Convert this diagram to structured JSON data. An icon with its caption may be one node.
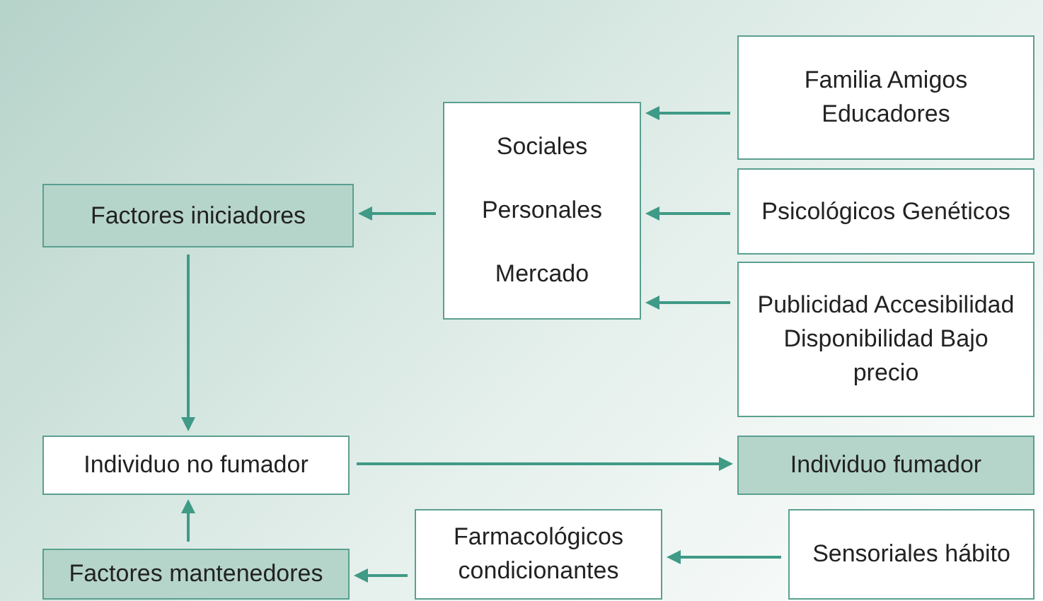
{
  "diagram": {
    "nodes": [
      {
        "text": [
          "Factores iniciadores"
        ]
      },
      {
        "text": [
          "Sociales",
          "Personales",
          "Mercado"
        ]
      },
      {
        "text": [
          "Familia Amigos Educadores"
        ]
      },
      {
        "text": [
          "Psicológicos Genéticos"
        ]
      },
      {
        "text": [
          "Publicidad Accesibilidad Disponibilidad Bajo precio"
        ]
      },
      {
        "text": [
          "Individuo no fumador"
        ]
      },
      {
        "text": [
          "Individuo fumador"
        ]
      },
      {
        "text": [
          "Factores mantenedores"
        ]
      },
      {
        "text": [
          "Farmacológicos condicionantes"
        ]
      },
      {
        "text": [
          "Sensoriales hábito"
        ]
      }
    ],
    "edges": [
      {
        "from": 2,
        "to": 1,
        "arrow": "to"
      },
      {
        "from": 3,
        "to": 1,
        "arrow": "to"
      },
      {
        "from": 4,
        "to": 1,
        "arrow": "to"
      },
      {
        "from": 1,
        "to": 0,
        "arrow": "to"
      },
      {
        "from": 0,
        "to": 5,
        "arrow": "to"
      },
      {
        "from": 5,
        "to": 6,
        "arrow": "to"
      },
      {
        "from": 9,
        "to": 8,
        "arrow": "to"
      },
      {
        "from": 8,
        "to": 7,
        "arrow": "to"
      },
      {
        "from": 7,
        "to": 5,
        "arrow": "to"
      }
    ]
  }
}
